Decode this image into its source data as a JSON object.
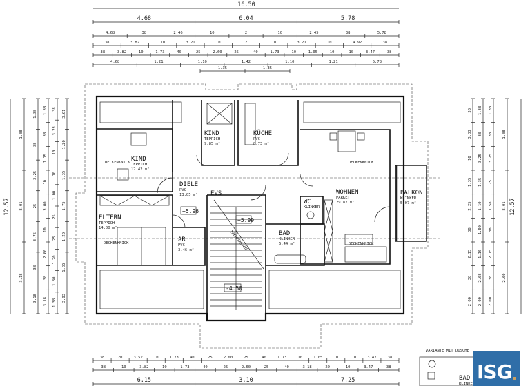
{
  "dimensions": {
    "top_overall": "16.50",
    "top_row1": [
      "4.68",
      "6.04",
      "5.78"
    ],
    "top_row2": [
      "4.68",
      "38",
      "2.46",
      "10",
      "2",
      "10",
      "2.45",
      "38",
      "5.78"
    ],
    "top_row3": [
      "38",
      "3.82",
      "10",
      "3.21",
      "10",
      "2",
      "10",
      "3.21",
      "10",
      "4.92",
      "38"
    ],
    "top_row4": [
      "38",
      "3.82",
      "10",
      "1.73",
      "40",
      "25",
      "2.60",
      "25",
      "40",
      "1.73",
      "10",
      "1.05",
      "10",
      "10",
      "3.47",
      "38"
    ],
    "top_row5": [
      "4.68",
      "1.21",
      "1.10",
      "1.42",
      "1.10",
      "1.21",
      "5.78"
    ],
    "top_row6": [
      "1.35",
      "1.35"
    ],
    "bottom_row1": [
      "38",
      "20",
      "3.52",
      "10",
      "1.73",
      "40",
      "25",
      "2.60",
      "25",
      "40",
      "1.73",
      "10",
      "1.05",
      "10",
      "10",
      "3.47",
      "38"
    ],
    "bottom_row2": [
      "38",
      "10",
      "3.82",
      "10",
      "1.73",
      "40",
      "25",
      "2.60",
      "25",
      "40",
      "3.18",
      "20",
      "10",
      "3.47",
      "38"
    ],
    "bottom_row3": [
      "6.15",
      "3.10",
      "7.25"
    ],
    "left_overall": "12.57",
    "left_row1": [
      "1.38",
      "8.01",
      "3.18"
    ],
    "left_row2": [
      "1.38",
      "38",
      "3.25",
      "25",
      "3.75",
      "38",
      "3.18"
    ],
    "left_row3": [
      "1.38",
      "38",
      "1.15",
      "10",
      "3.00",
      "10",
      "2.60",
      "38",
      "3.18"
    ],
    "left_row4": [
      "38",
      "3.23",
      "10",
      "10",
      "1.00",
      "25",
      "25",
      "1.20",
      "1.80",
      "1.38"
    ],
    "left_row5": [
      "3.61",
      "1.20",
      "1.35",
      "1.75",
      "1.20",
      "1.35",
      "3.83"
    ],
    "right_overall": "12.57",
    "right_row1": [
      "1.38",
      "8.01",
      "2.00"
    ],
    "right_row2": [
      "1.38",
      "38",
      "3.25",
      "25",
      "1.58",
      "38",
      "2.15",
      "38",
      "2.00"
    ],
    "right_row3": [
      "1.38",
      "38",
      "3.25",
      "1.35",
      "1.10",
      "1.00",
      "1.10",
      "2.08",
      "2.00"
    ],
    "right_row4": [
      "38",
      "3.33",
      "10",
      "1.35",
      "2.25",
      "38",
      "2.15",
      "38",
      "2.00"
    ]
  },
  "rooms": [
    {
      "name": "KIND",
      "floor": "TEPPICH",
      "area": "12.42 m²"
    },
    {
      "name": "KIND",
      "floor": "TEPPICH",
      "area": "9.85 m²"
    },
    {
      "name": "KÜCHE",
      "floor": "PVC",
      "area": "8.73 m²"
    },
    {
      "name": "DIELE",
      "floor": "PVC",
      "area": "13.05 m²"
    },
    {
      "name": "ELTERN",
      "floor": "TEPPICH",
      "area": "14.00 m²"
    },
    {
      "name": "AR",
      "floor": "PVC",
      "area": "3.46 m²"
    },
    {
      "name": "WOHNEN",
      "floor": "PARKETT",
      "area": "29.87 m²"
    },
    {
      "name": "BALKON",
      "floor": "KLINKER",
      "area": "5.07 m²"
    },
    {
      "name": "WC",
      "floor": "KLINKER",
      "area": ""
    },
    {
      "name": "BAD",
      "floor": "KLINKER",
      "area": "6.44 m²"
    }
  ],
  "levels": {
    "diele": "+5.96",
    "landing": "+5.99",
    "stair": "-4.50",
    "evs": "EVS"
  },
  "notes": {
    "ceiling_break": "DECKENKNICK",
    "stair_label": "TREPPENLAUF",
    "variant_title": "VARIANTE MIT DUSCHE",
    "variant_bath": "BAD",
    "variant_floor": "KLINKER"
  },
  "logo": {
    "text": "ISG",
    "color": "#2f6ea8",
    "accent": "#c8a062"
  }
}
